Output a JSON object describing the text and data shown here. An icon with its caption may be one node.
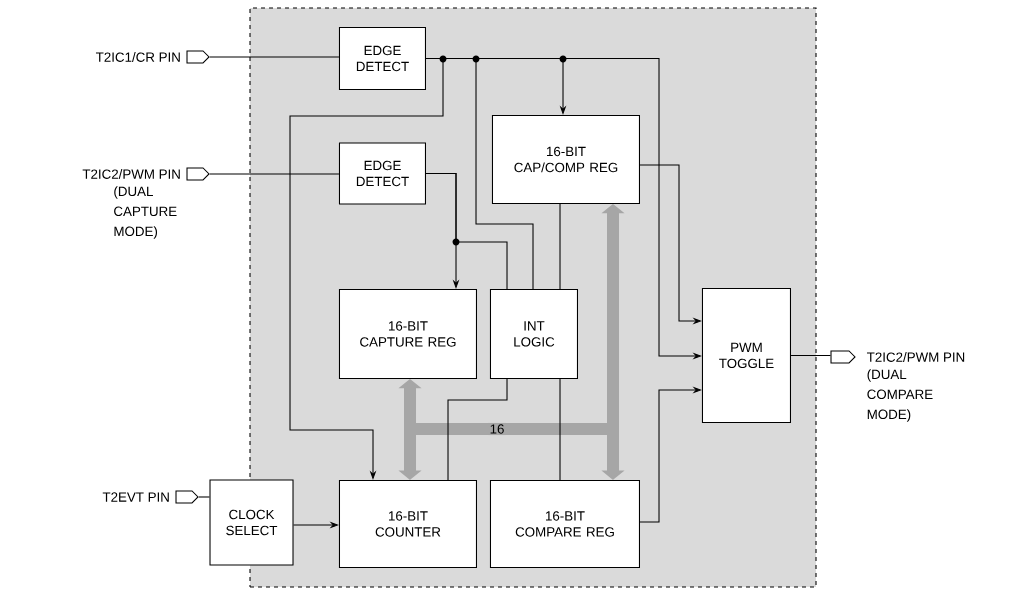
{
  "diagram": {
    "nodes": [
      {
        "text": [],
        "shape": "box"
      },
      {
        "text": [],
        "shape": "pentagon",
        "beside": [
          "T2IC1/CR PIN"
        ]
      },
      {
        "text": [
          "EDGE DETECT"
        ],
        "in": 0
      },
      {
        "text": [],
        "shape": "pentagon",
        "beside": [
          "T2IC2/PWM PIN",
          "(DUAL CAPTURE MODE)"
        ]
      },
      {
        "text": [
          "EDGE DETECT"
        ],
        "in": 0
      },
      {
        "text": [
          "16-BIT CAP/COMP REG"
        ],
        "in": 0
      },
      {
        "text": [
          "16-BIT CAPTURE REG"
        ],
        "in": 0
      },
      {
        "text": [
          "INT LOGIC"
        ],
        "in": 0
      },
      {
        "text": [
          "PWM TOGGLE"
        ],
        "in": 0
      },
      {
        "text": [],
        "shape": "pentagon",
        "beside": [
          "T2IC2/PWM PIN",
          "(DUAL COMPARE MODE)"
        ]
      },
      {
        "text": [],
        "shape": "pentagon",
        "beside": [
          "T2EVT PIN"
        ]
      },
      {
        "text": [
          "CLOCK SELECT"
        ]
      },
      {
        "text": [
          "16-BIT COUNTER"
        ],
        "in": 0
      },
      {
        "text": [
          "16-BIT COMPARE REG"
        ],
        "in": 0
      }
    ],
    "edges": [
      {
        "from": 1,
        "to": 2,
        "arrow": "none"
      },
      {
        "from": 2,
        "to": 5,
        "arrow": "to"
      },
      {
        "from": 2,
        "to": 7,
        "arrow": "none"
      },
      {
        "from": 2,
        "to": 12,
        "arrow": "to"
      },
      {
        "from": 2,
        "to": 8,
        "arrow": "to"
      },
      {
        "from": 3,
        "to": 4,
        "arrow": "none"
      },
      {
        "from": 4,
        "to": 6,
        "arrow": "to"
      },
      {
        "from": 4,
        "to": 7,
        "arrow": "none"
      },
      {
        "from": 5,
        "to": 7,
        "arrow": "none"
      },
      {
        "from": 7,
        "to": 13,
        "arrow": "none"
      },
      {
        "from": 7,
        "to": 12,
        "arrow": "none"
      },
      {
        "from": 5,
        "to": 8,
        "arrow": "to"
      },
      {
        "from": 13,
        "to": 8,
        "arrow": "to"
      },
      {
        "from": 8,
        "to": 9,
        "arrow": "none"
      },
      {
        "from": 10,
        "to": 11,
        "arrow": "none"
      },
      {
        "from": 11,
        "to": 12,
        "arrow": "to"
      },
      {
        "from": 12,
        "to": 6,
        "arrow": "both",
        "style": "thick",
        "color": "#a6a6a6"
      },
      {
        "from": 12,
        "to": 5,
        "arrow": "both",
        "style": "thick",
        "color": "#a6a6a6",
        "label": "16"
      },
      {
        "from": 12,
        "to": 13,
        "arrow": "both",
        "style": "thick",
        "color": "#a6a6a6"
      }
    ]
  }
}
